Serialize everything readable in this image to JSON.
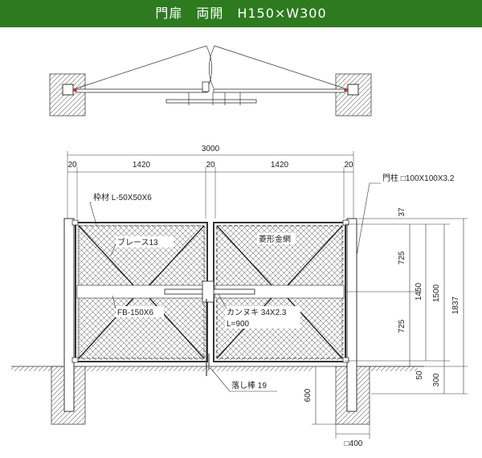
{
  "title": "門扉　両開　H150×W300",
  "dimensions": {
    "overall_width": "3000",
    "post_left": "20",
    "leaf_left": "1420",
    "center": "20",
    "leaf_right": "1420",
    "post_right": "20",
    "top_37": "37",
    "upper_725": "725",
    "lower_725": "725",
    "panel_1450": "1450",
    "total_1500": "1500",
    "total_1837": "1837",
    "bottom_50": "50",
    "embed_300": "300",
    "footing_600": "600",
    "footing_width": "□400"
  },
  "labels": {
    "post": "門柱 □100X100X3.2",
    "frame": "枠材 L-50X50X6",
    "brace": "ブレース13",
    "mesh": "菱形金網",
    "flat_bar": "FB-150X6",
    "latch": "カンヌキ 34X2.3",
    "latch_length": "L=900",
    "drop_rod": "落し棒 19"
  },
  "colors": {
    "title_bg": "#2d7a1f",
    "title_text": "#ffffff",
    "line": "#333333",
    "mesh": "#555555"
  }
}
